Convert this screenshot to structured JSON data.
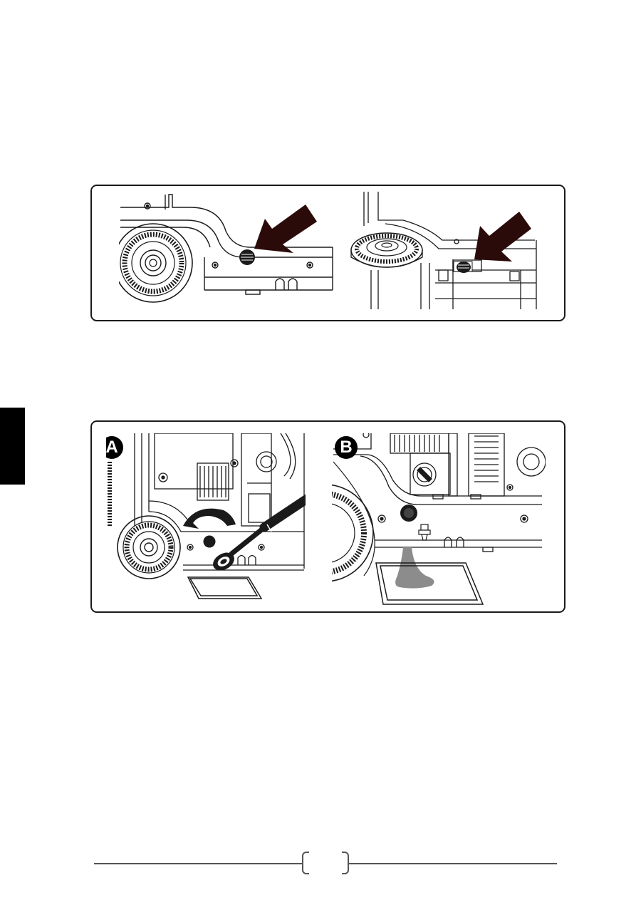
{
  "figures": {
    "top": {
      "left_panel": "drain-plug-location-side-view",
      "right_panel": "drain-plug-location-rear-view"
    },
    "bottom": {
      "step_a": {
        "label": "A"
      },
      "step_b": {
        "label": "B"
      }
    }
  },
  "footer": {
    "page_number": ""
  },
  "colors": {
    "arrow": "#2b0a0a",
    "line": "#1a1a1a",
    "fluid": "#8c8c8c",
    "side_tab": "#000000"
  },
  "icons": [
    "pointer-arrow-icon",
    "rotate-arrow-icon",
    "ratchet-wrench-icon",
    "drain-tray-icon"
  ]
}
